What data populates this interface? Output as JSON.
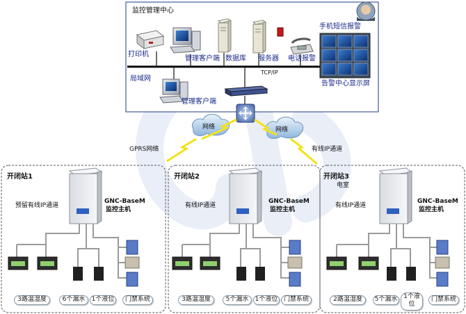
{
  "center": {
    "title": "监控管理中心",
    "printer": "打印机",
    "client_top": "管理客户端",
    "database": "数据库",
    "server": "服务器",
    "phone_alarm": "电话报警",
    "sms_alarm": "手机短信报警",
    "lan": "局域网",
    "tcpip": "TCP/IP",
    "client_bottom": "管理客户端",
    "wall": "告警中心显示屏"
  },
  "network": {
    "cloud_left": "网络",
    "cloud_right": "网络",
    "gprs": "GPRS网络",
    "wired": "有线IP通道"
  },
  "stations": [
    {
      "name": "开闭站1",
      "sub": "",
      "channel": "预留有线IP通道",
      "host_line1": "GNC-BaseM",
      "host_line2": "监控主机",
      "temp": "3路温湿度",
      "leak": "6个漏水",
      "level": "1个液位",
      "access": "门禁系统"
    },
    {
      "name": "开闭站2",
      "sub": "",
      "channel": "有线IP通道",
      "host_line1": "GNC-BaseM",
      "host_line2": "监控主机",
      "temp": "3路温湿度",
      "leak": "5个漏水",
      "level": "1个液位",
      "access": "门禁系统"
    },
    {
      "name": "开闭站3",
      "sub": "电室",
      "channel": "有线IP通道",
      "host_line1": "GNC-BaseM",
      "host_line2": "监控主机",
      "temp": "2路温湿度",
      "leak": "5个漏水",
      "level_line1": "1个液",
      "level_line2": "位",
      "access": "门禁系统"
    }
  ]
}
